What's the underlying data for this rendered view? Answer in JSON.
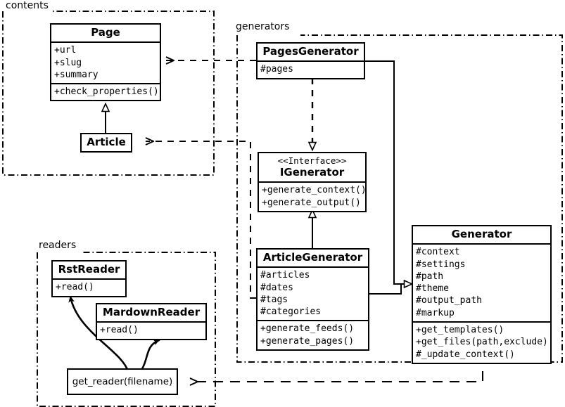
{
  "diagram": {
    "title": "UML class diagram",
    "packages": [
      {
        "id": "contents",
        "label": "contents"
      },
      {
        "id": "generators",
        "label": "generators"
      },
      {
        "id": "readers",
        "label": "readers"
      }
    ],
    "classes": [
      {
        "id": "page",
        "name": "Page",
        "stereotype": "",
        "attributes": [
          "+url",
          "+slug",
          "+summary"
        ],
        "operations": [
          "+check_properties()"
        ]
      },
      {
        "id": "article",
        "name": "Article",
        "stereotype": "",
        "attributes": [],
        "operations": []
      },
      {
        "id": "pagesgenerator",
        "name": "PagesGenerator",
        "stereotype": "",
        "attributes": [
          "#pages"
        ],
        "operations": []
      },
      {
        "id": "igenerator",
        "name": "IGenerator",
        "stereotype": "<<Interface>>",
        "attributes": [],
        "operations": [
          "+generate_context()",
          "+generate_output()"
        ]
      },
      {
        "id": "articlegenerator",
        "name": "ArticleGenerator",
        "stereotype": "",
        "attributes": [
          "#articles",
          "#dates",
          "#tags",
          "#categories"
        ],
        "operations": [
          "+generate_feeds()",
          "+generate_pages()"
        ]
      },
      {
        "id": "generator",
        "name": "Generator",
        "stereotype": "",
        "attributes": [
          "#context",
          "#settings",
          "#path",
          "#theme",
          "#output_path",
          "#markup"
        ],
        "operations": [
          "+get_templates()",
          "+get_files(path,exclude)",
          "#_update_context()"
        ]
      },
      {
        "id": "rstreader",
        "name": "RstReader",
        "stereotype": "",
        "attributes": [],
        "operations": [
          "+read()"
        ]
      },
      {
        "id": "mardownreader",
        "name": "MardownReader",
        "stereotype": "",
        "attributes": [],
        "operations": [
          "+read()"
        ]
      }
    ],
    "functions": [
      {
        "id": "get_reader",
        "label": "get_reader(filename)"
      }
    ],
    "relationships": [
      {
        "from": "article",
        "to": "page",
        "type": "generalization"
      },
      {
        "from": "pagesgenerator",
        "to": "igenerator",
        "type": "realization"
      },
      {
        "from": "articlegenerator",
        "to": "igenerator",
        "type": "generalization"
      },
      {
        "from": "pagesgenerator",
        "to": "generator",
        "type": "generalization"
      },
      {
        "from": "articlegenerator",
        "to": "generator",
        "type": "generalization"
      },
      {
        "from": "pagesgenerator",
        "to": "page",
        "type": "dependency"
      },
      {
        "from": "articlegenerator",
        "to": "article",
        "type": "dependency"
      },
      {
        "from": "generator",
        "to": "get_reader",
        "type": "dependency"
      },
      {
        "from": "get_reader",
        "to": "rstreader",
        "type": "creates"
      },
      {
        "from": "get_reader",
        "to": "mardownreader",
        "type": "creates"
      }
    ],
    "colors": {
      "stroke": "#000000",
      "fill": "#ffffff"
    }
  }
}
